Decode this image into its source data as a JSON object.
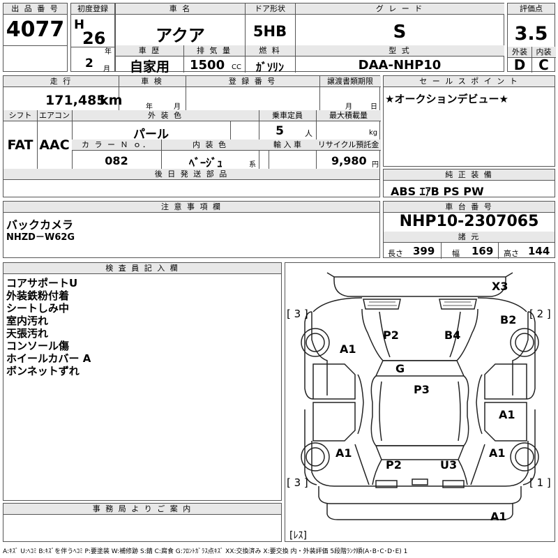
{
  "top": {
    "lot_label": "出 品 番 号",
    "lot_value": "4077",
    "first_reg_label": "初度登録",
    "era": "H",
    "year": "26",
    "year_unit": "年",
    "month": "2",
    "month_unit": "月",
    "car_name_label": "車 名",
    "car_name": "アクア",
    "door_label": "ドア形状",
    "door": "5HB",
    "grade_label": "グ レ ー ド",
    "grade": "S",
    "score_label": "評価点",
    "score": "3.5",
    "history_label": "車 歴",
    "history": "自家用",
    "displacement_label": "排 気 量",
    "displacement": "1500",
    "displacement_unit": "CC",
    "fuel_label": "燃 料",
    "fuel": "ｶﾞｿﾘﾝ",
    "model_label": "型 式",
    "model": "DAA-NHP10",
    "ext_label": "外装",
    "ext": "D",
    "int_label": "内装",
    "int": "C"
  },
  "mid": {
    "mileage_label": "走 行",
    "mileage": "171,485",
    "mileage_unit": "km",
    "inspection_label": "車 検",
    "insp_year_unit": "年",
    "insp_month_unit": "月",
    "reg_no_label": "登 録 番 号",
    "transfer_label": "譲渡書類期限",
    "transfer_month_unit": "月",
    "transfer_day_unit": "日",
    "sales_label": "セ ー ル ス ポ イ ン ト",
    "sales_point": "★オークションデビュー★",
    "shift_label": "シフト",
    "shift": "FAT",
    "ac_label": "エアコン",
    "ac": "AAC",
    "ext_color_label": "外 装 色",
    "ext_color": "パール",
    "capacity_label": "乗車定員",
    "capacity": "5",
    "capacity_unit": "人",
    "max_load_label": "最大積載量",
    "max_load_unit": "kg",
    "color_no_label": "カ ラ ー Ｎ ｏ．",
    "color_no": "082",
    "int_color_label": "内 装 色",
    "int_color": "ﾍﾞｰｼﾞｭ",
    "int_color_unit": "系",
    "import_label": "輸 入 車",
    "recycle_label": "リサイクル預託金",
    "recycle": "9,980",
    "recycle_unit": "円",
    "later_parts_label": "後 日 発 送 部 品",
    "genuine_label": "純 正 装 備",
    "genuine": "ABS ｴｱB PS PW"
  },
  "notes": {
    "caution_label": "注 意 事 項 欄",
    "caution_line1": "バックカメラ",
    "caution_line2": "NHZD－W62G",
    "chassis_label": "車 台 番 号",
    "chassis": "NHP10-2307065",
    "specs_label": "諸 元",
    "length_label": "長さ",
    "length": "399",
    "width_label": "幅",
    "width": "169",
    "height_label": "高さ",
    "height": "144"
  },
  "inspector": {
    "label": "検 査 員 記 入 欄",
    "lines": [
      "コアサポートU",
      "外装鉄粉付着",
      "シートしみ中",
      "室内汚れ",
      "天張汚れ",
      "コンソール傷",
      "ホイールカバー A",
      "ボンネットずれ"
    ]
  },
  "office": {
    "label": "事 務 局 よ り ご 案 内"
  },
  "diagram": {
    "marks": {
      "x3": "X3",
      "a1_front_left": "A1",
      "p2_hood_left": "P2",
      "b4_hood_right": "B4",
      "b2_right_front": "B2",
      "g_windshield": "G",
      "p3_roof": "P3",
      "a1_right_door": "A1",
      "a1_rear_left": "A1",
      "a1_rear_right": "A1",
      "p2_rear_left": "P2",
      "u3_rear_right": "U3",
      "a1_rear_bumper": "A1"
    },
    "tires": {
      "front_left": "[ 3 ]",
      "front_right": "[ 2 ]",
      "rear_left": "[ 3 ]",
      "rear_right": "[ 1 ]",
      "spare": "[ﾚｽ]"
    }
  },
  "legend": "A:ｷｽﾞ U:ﾍｺﾐ B:ｷｽﾞを伴うﾍｺﾐ P:要塗装 W:補修跡 S:錆 C:腐食 G:ﾌﾛﾝﾄｶﾞﾗｽ点ｷｽﾞ XX:交換済み X:要交換 内・外装評価 5段階ﾗﾝｸ順(A･B･C･D･E) 1"
}
